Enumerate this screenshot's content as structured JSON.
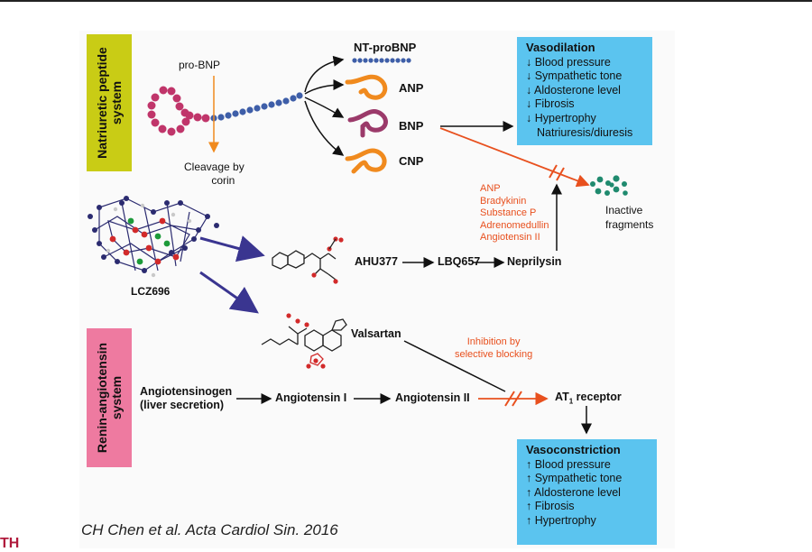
{
  "systems": {
    "natriuretic": {
      "line1": "Natriuretic peptide",
      "line2": "system"
    },
    "renin": {
      "line1": "Renin-angiotensin",
      "line2": "system"
    }
  },
  "peptides": {
    "pro_bnp": "pro-BNP",
    "cleavage_line1": "Cleavage by",
    "cleavage_line2": "corin",
    "nt_pro_bnp": "NT-proBNP",
    "anp": "ANP",
    "bnp": "BNP",
    "cnp": "CNP"
  },
  "vasodilation": {
    "title": "Vasodilation",
    "items": [
      "↓ Blood pressure",
      "↓ Sympathetic tone",
      "↓ Aldosterone level",
      "↓ Fibrosis",
      "↓ Hypertrophy",
      "Natriuresis/diuresis"
    ]
  },
  "vasoconstriction": {
    "title": "Vasoconstriction",
    "items": [
      "↑ Blood pressure",
      "↑ Sympathetic tone",
      "↑ Aldosterone level",
      "↑ Fibrosis",
      "↑ Hypertrophy"
    ]
  },
  "substrates": [
    "ANP",
    "Bradykinin",
    "Substance P",
    "Adrenomedullin",
    "Angiotensin II"
  ],
  "inactive": {
    "line1": "Inactive",
    "line2": "fragments"
  },
  "drug": {
    "lcz696": "LCZ696",
    "ahu377": "AHU377",
    "lbq657": "LBQ657",
    "neprilysin": "Neprilysin",
    "valsartan": "Valsartan"
  },
  "raas": {
    "angiotensinogen_line1": "Angiotensinogen",
    "angiotensinogen_line2": "(liver secretion)",
    "angiotensin1": "Angiotensin I",
    "angiotensin2": "Angiotensin II",
    "inhibition_line1": "Inhibition by",
    "inhibition_line2": "selective blocking",
    "receptor_main": "AT",
    "receptor_sub": "1",
    "receptor_tail": " receptor"
  },
  "citation": "CH Chen et al.  Acta Cardiol Sin. 2016",
  "corner_fragment": "TH",
  "colors": {
    "natriuretic_box": "#c9cc15",
    "renin_box": "#ee7aa0",
    "outcome_box": "#5bc4ef",
    "inhibition_arrow": "#e8501e",
    "peptide_orange": "#f08a1e",
    "drug_arrow": "#3a3590"
  }
}
